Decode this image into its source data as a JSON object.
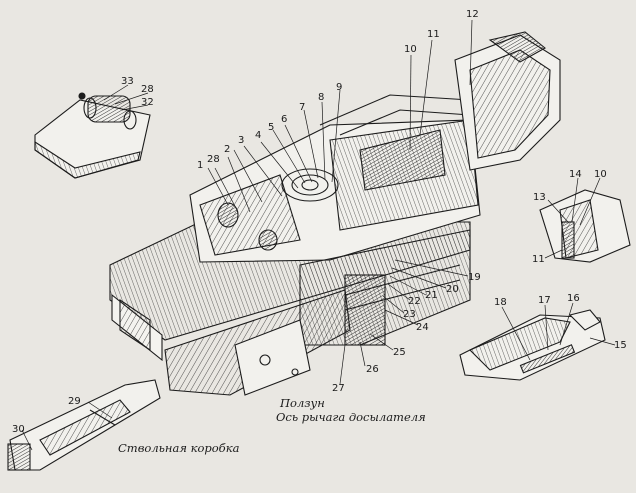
{
  "callouts": [
    "1",
    "2",
    "3",
    "4",
    "5",
    "6",
    "7",
    "8",
    "9",
    "10",
    "11",
    "12",
    "13",
    "14",
    "15",
    "16",
    "17",
    "18",
    "19",
    "20",
    "21",
    "22",
    "23",
    "24",
    "25",
    "26",
    "27",
    "28",
    "29",
    "30",
    "32",
    "33"
  ],
  "captions": {
    "slider": "Ползун",
    "rammer_lever_axis": "Ось рычага досылателя",
    "barrel_box": "Ствольная коробка"
  },
  "colors": {
    "paper": "#e9e7e2",
    "ink": "#1c1c1c"
  }
}
